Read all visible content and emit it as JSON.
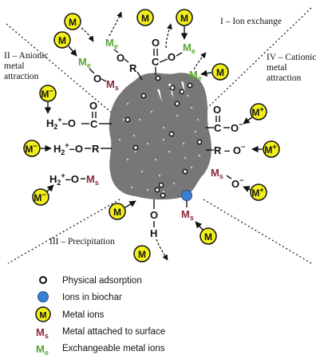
{
  "regions": {
    "ion_exchange": "I – Ion exchange",
    "anionic_line1": "II – Anionic",
    "anionic_line2": "metal",
    "anionic_line3": "attraction",
    "precipitation": "III – Precipitation",
    "cationic_line1": "IV – Cationic",
    "cationic_line2": "metal",
    "cationic_line3": "attraction"
  },
  "symbols": {
    "metal": "M",
    "metal_neg": "M",
    "metal_pos": "M",
    "sup_neg": "−",
    "sup_pos": "+",
    "surface_metal_main": "M",
    "surface_metal_sub": "s",
    "exchange_metal_main": "M",
    "exchange_metal_sub": "e"
  },
  "groups": {
    "o": "O",
    "r": "R",
    "c": "C",
    "h": "H",
    "h2": "H",
    "sub2": "2",
    "plus": "+",
    "minus": "−",
    "dash": "–",
    "dash_o": "–O",
    "o_dash": "O–",
    "o_minus": "O",
    "hplus_o": "–O",
    "c_o_minus": "O",
    "r_o_minus": "R – O"
  },
  "legend": [
    {
      "symbol": "physical-adsorption",
      "label": "Physical adsorption"
    },
    {
      "symbol": "ion-in-biochar",
      "label": "Ions in biochar"
    },
    {
      "symbol": "metal-ion",
      "label": "Metal ions"
    },
    {
      "symbol": "surface-metal",
      "label": "Metal attached to surface"
    },
    {
      "symbol": "exchangeable-metal",
      "label": "Exchangeable metal ions"
    }
  ],
  "colors": {
    "biochar": "#777777",
    "metal_fill": "#f2ee1a",
    "surface_metal": "#8b2a3a",
    "exchange_metal": "#5aa832",
    "ion_blue": "#3b7fd4",
    "line": "#111111"
  }
}
